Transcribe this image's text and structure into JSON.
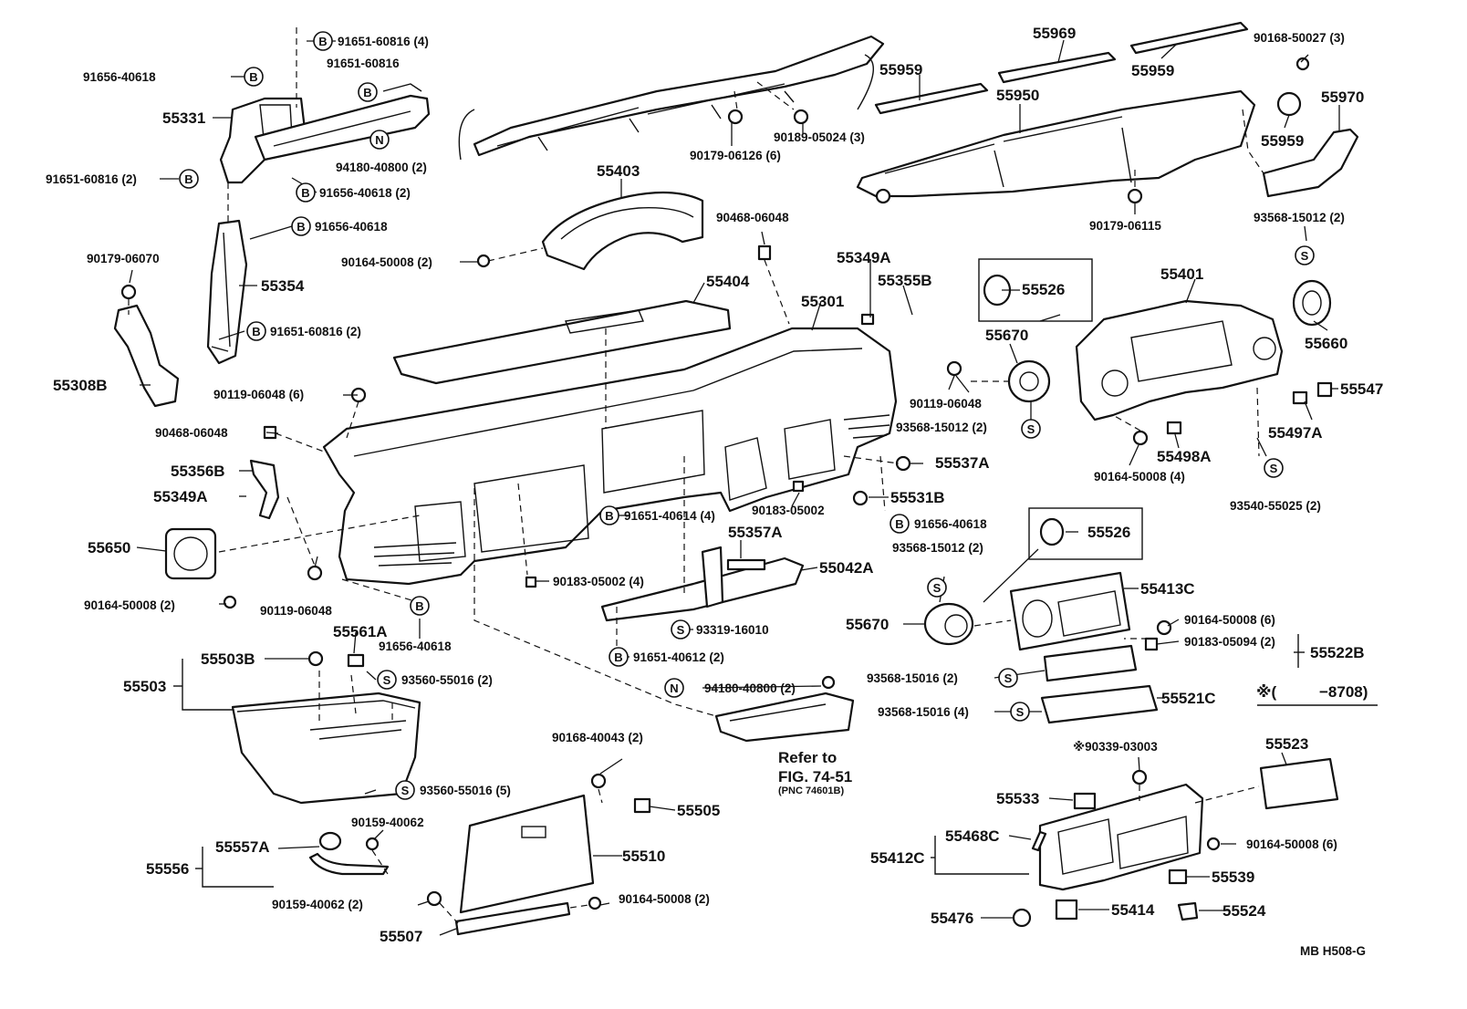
{
  "labels": {
    "p55331": "55331",
    "p55308B": "55308B",
    "p55354": "55354",
    "p55403": "55403",
    "p55404": "55404",
    "p55301": "55301",
    "p55969": "55969",
    "p55959a": "55959",
    "p55959b": "55959",
    "p55959c": "55959",
    "p55950": "55950",
    "p55970": "55970",
    "p55349A_top": "55349A",
    "p55355B": "55355B",
    "p55526a": "55526",
    "p55526b": "55526",
    "p55670a": "55670",
    "p55670b": "55670",
    "p55401": "55401",
    "p55660": "55660",
    "p55547": "55547",
    "p55497A": "55497A",
    "p55498A": "55498A",
    "p55537A": "55537A",
    "p55531B": "55531B",
    "p55356B": "55356B",
    "p55349A_left": "55349A",
    "p55650": "55650",
    "p55357A": "55357A",
    "p55042A": "55042A",
    "p55413C": "55413C",
    "p55522B": "55522B",
    "p55521C": "55521C",
    "p55561A": "55561A",
    "p55503B": "55503B",
    "p55503": "55503",
    "p55505": "55505",
    "p55510": "55510",
    "p55556": "55556",
    "p55557A": "55557A",
    "p55507": "55507",
    "p55523": "55523",
    "p55533": "55533",
    "p55468C": "55468C",
    "p55412C": "55412C",
    "p55539": "55539",
    "p55476": "55476",
    "p55414": "55414",
    "p55524": "55524"
  },
  "callouts": {
    "c1": "91651-60816 (4)",
    "c2": "91651-60816",
    "c3": "91656-40618",
    "c4": "94180-40800 (2)",
    "c5": "91651-60816 (2)",
    "c6": "91656-40618 (2)",
    "c7": "91656-40618",
    "c8": "90179-06070",
    "c9": "90164-50008 (2)",
    "c10": "91651-60816 (2)",
    "c11": "90179-06126 (6)",
    "c12": "90189-05024 (3)",
    "c13": "90168-50027 (3)",
    "c14": "90179-06115",
    "c15": "93568-15012 (2)",
    "c16": "90468-06048",
    "c17": "90119-06048 (6)",
    "c18": "90468-06048",
    "c19": "90119-06048",
    "c20": "93568-15012 (2)",
    "c21": "90164-50008 (4)",
    "c22": "93540-55025 (2)",
    "c23": "91651-40614 (4)",
    "c24": "90183-05002",
    "c25": "91656-40618",
    "c26": "93568-15012 (2)",
    "c27": "90164-50008 (2)",
    "c28": "90119-06048",
    "c29": "91656-40618",
    "c30": "90183-05002 (4)",
    "c31": "93319-16010",
    "c32": "91651-40612 (2)",
    "c33": "90164-50008 (6)",
    "c34": "90183-05094 (2)",
    "c35": "93568-15016 (2)",
    "c36": "93568-15016 (4)",
    "c37": "93560-55016 (2)",
    "c38": "94180-40800 (2)",
    "c39": "93560-55016 (5)",
    "c40": "90168-40043 (2)",
    "c41": "90159-40062",
    "c42": "90159-40062 (2)",
    "c43": "90164-50008 (2)",
    "c44": "※90339-03003",
    "c45": "90164-50008 (6)"
  },
  "notes": {
    "refer": "Refer to",
    "fig": "FIG. 74-51",
    "pnc": "(PNC 74601B)",
    "range_sym": "※(",
    "range_val": "−8708)",
    "code": "MB  H508-G"
  },
  "symbols": {
    "B": "B",
    "N": "N",
    "S": "S"
  }
}
